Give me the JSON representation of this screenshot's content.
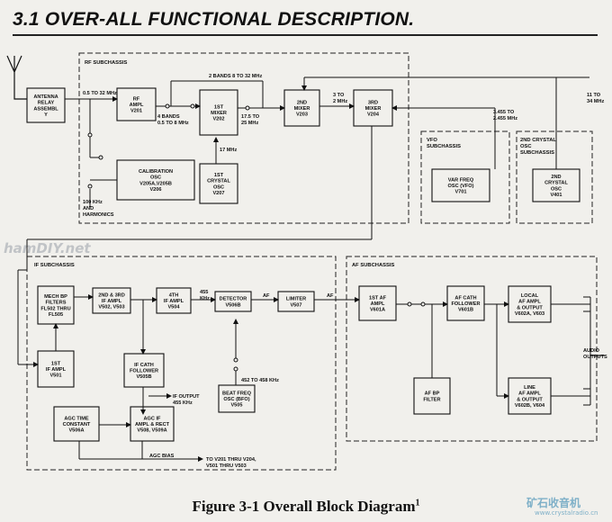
{
  "title": "3.1  OVER-ALL FUNCTIONAL DESCRIPTION.",
  "caption": "Figure 3-1 Overall  Block Diagram",
  "caption_footnote": "1",
  "subchassis": {
    "rf": "RF SUBCHASSIS",
    "vfo": [
      "VFO",
      "SUBCHASSIS"
    ],
    "osc2": [
      "2ND CRYSTAL",
      "OSC",
      "SUBCHASSIS"
    ],
    "if": "IF SUBCHASSIS",
    "af": "AF SUBCHASSIS"
  },
  "blocks": [
    {
      "id": "antenna-relay",
      "lines": [
        "ANTENNA",
        "RELAY",
        "ASSEMBL",
        "Y"
      ]
    },
    {
      "id": "rf-ampl",
      "lines": [
        "RF",
        "AMPL",
        "V201"
      ]
    },
    {
      "id": "1st-mixer",
      "lines": [
        "1ST",
        "MIXER",
        "V202"
      ]
    },
    {
      "id": "2nd-mixer",
      "lines": [
        "2ND",
        "MIXER",
        "V203"
      ]
    },
    {
      "id": "3rd-mixer",
      "lines": [
        "3RD",
        "MIXER",
        "V204"
      ]
    },
    {
      "id": "calibration-osc",
      "lines": [
        "CALIBRATION",
        "OSC",
        "V205A,V205B",
        "V206"
      ]
    },
    {
      "id": "1st-crystal-osc",
      "lines": [
        "1ST",
        "CRYSTAL",
        "OSC",
        "V207"
      ]
    },
    {
      "id": "var-freq-osc",
      "lines": [
        "VAR FREQ",
        "OSC (VFO)",
        "V701"
      ]
    },
    {
      "id": "2nd-crystal-osc",
      "lines": [
        "2ND",
        "CRYSTAL",
        "OSC",
        "V401"
      ]
    },
    {
      "id": "mech-bp-filters",
      "lines": [
        "MECH BP",
        "FILTERS",
        "FL502 THRU",
        "FL505"
      ]
    },
    {
      "id": "2nd-3rd-if-ampl",
      "lines": [
        "2ND & 3RD",
        "IF AMPL",
        "V502, V503"
      ]
    },
    {
      "id": "4th-if-ampl",
      "lines": [
        "4TH",
        "IF AMPL",
        "V504"
      ]
    },
    {
      "id": "detector",
      "lines": [
        "DETECTOR",
        "V506B"
      ]
    },
    {
      "id": "limiter",
      "lines": [
        "LIMITER",
        "V507"
      ]
    },
    {
      "id": "1st-if-ampl",
      "lines": [
        "1ST",
        "IF AMPL",
        "V501"
      ]
    },
    {
      "id": "if-cath-follower",
      "lines": [
        "IF CATH",
        "FOLLOWER",
        "V505B"
      ]
    },
    {
      "id": "beat-freq-osc",
      "lines": [
        "BEAT FREQ",
        "OSC (BFO)",
        "V505"
      ]
    },
    {
      "id": "agc-time-constant",
      "lines": [
        "AGC TIME",
        "CONSTANT",
        "V506A"
      ]
    },
    {
      "id": "agc-if-ampl",
      "lines": [
        "AGC IF",
        "AMPL & RECT",
        "V508, V509A"
      ]
    },
    {
      "id": "1st-af-ampl",
      "lines": [
        "1ST AF",
        "AMPL",
        "V601A"
      ]
    },
    {
      "id": "af-cath-follower",
      "lines": [
        "AF CATH",
        "FOLLOWER",
        "V601B"
      ]
    },
    {
      "id": "local-af-ampl",
      "lines": [
        "LOCAL",
        "AF AMPL",
        "& OUTPUT",
        "V602A, V603"
      ]
    },
    {
      "id": "af-bp-filter",
      "lines": [
        "AF BP",
        "FILTER"
      ]
    },
    {
      "id": "line-af-ampl",
      "lines": [
        "LINE",
        "AF AMPL",
        "& OUTPUT",
        "V602B, V604"
      ]
    }
  ],
  "labels": {
    "f_05_32": "0.5 TO 32 MHz",
    "bands4": [
      "4 BANDS",
      "0.5 TO 8 MHz"
    ],
    "bands2": "2 BANDS 8 TO 32 MHz",
    "f_175_25": [
      "17.5 TO",
      "25 MHz"
    ],
    "f_17": "17 MHz",
    "f_3_2": [
      "3 TO",
      "2 MHz"
    ],
    "f_3455": [
      "3.455 TO",
      "2.455 MHz"
    ],
    "f_11_34": [
      "11 TO",
      "34 MHz"
    ],
    "f_100k": [
      "100 KHz",
      "AND",
      "HARMONICS"
    ],
    "f_455": [
      "455",
      "KHz"
    ],
    "af1": "AF",
    "af2": "AF",
    "bfo_range": "452 TO 458 KHz",
    "if_output": [
      "IF OUTPUT",
      "455 KHz"
    ],
    "agc_bias": "AGC BIAS",
    "to_v201": [
      "TO V201 THRU V204,",
      "V501 THRU V503"
    ],
    "audio_outputs": [
      "AUDIO",
      "OUTPUTS"
    ]
  },
  "watermark": {
    "cn": "矿石收音机",
    "url": "www.crystalradio.cn",
    "site": "hamDIY.net"
  }
}
